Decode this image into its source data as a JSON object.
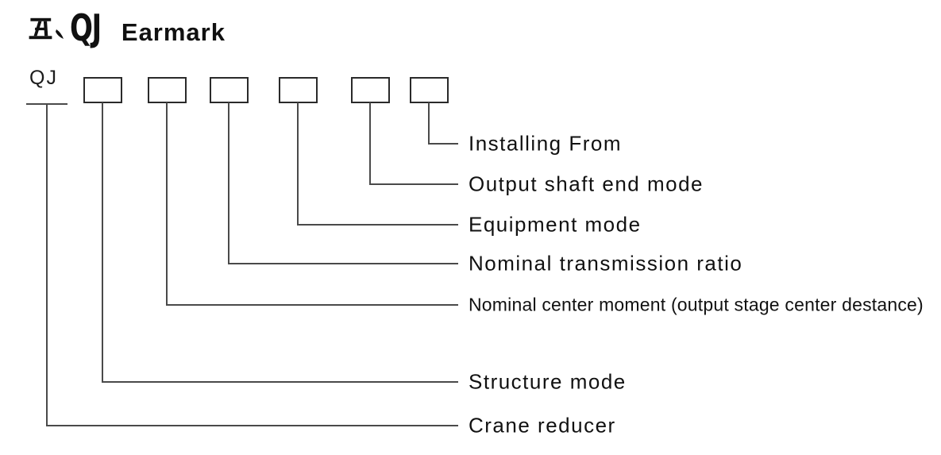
{
  "title": {
    "section_prefix": "五、",
    "model_code": "QJ",
    "heading": "Earmark"
  },
  "diagram": {
    "prefix_code": "QJ",
    "box_count": 6,
    "callouts": [
      {
        "id": "installing-form",
        "label": "Installing From",
        "source": "box-6"
      },
      {
        "id": "output-shaft-end-mode",
        "label": "Output shaft end mode",
        "source": "box-5"
      },
      {
        "id": "equipment-mode",
        "label": "Equipment mode",
        "source": "box-4"
      },
      {
        "id": "nominal-transmission-ratio",
        "label": "Nominal transmission ratio",
        "source": "box-3"
      },
      {
        "id": "nominal-center-moment",
        "label": "Nominal center moment (output stage center destance)",
        "source": "box-2"
      },
      {
        "id": "structure-mode",
        "label": "Structure mode",
        "source": "box-1"
      },
      {
        "id": "crane-reducer",
        "label": "Crane reducer",
        "source": "prefix-code"
      }
    ]
  },
  "colors": {
    "background": "#ffffff",
    "line": "#4a4a4a",
    "box_border": "#2a2a2a",
    "text": "#111111"
  }
}
